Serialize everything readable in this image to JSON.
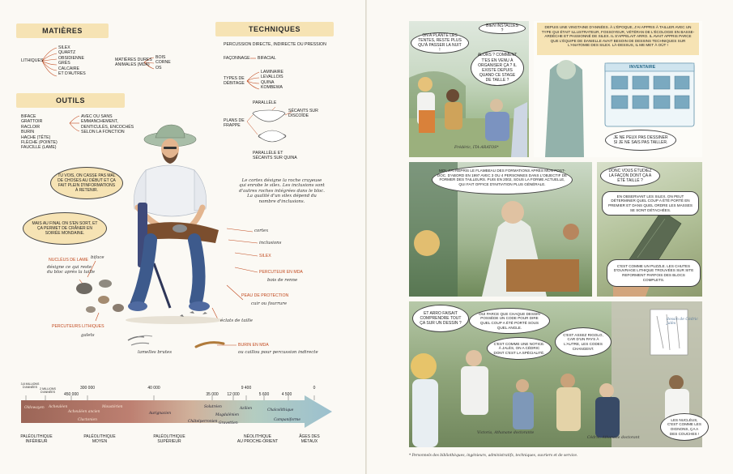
{
  "left": {
    "headers": {
      "matieres": "MATIÈRES",
      "techniques": "TECHNIQUES",
      "outils": "OUTILS"
    },
    "matieres": {
      "lithiques": "LITHIQUES",
      "lithiques_items": "SILEX\nQUARTZ\nOBSIDIENNE\nGRÈS\nCALCAIRE\nET D'AUTRES",
      "animales": "MATIÈRES DURES\nANIMALES (MDA)",
      "animales_items": "BOIS\nCORNE\nOS"
    },
    "techniques": {
      "percussion": "PERCUSSION DIRECTE, INDIRECTE OU PRESSION",
      "faconnage": "FAÇONNAGE",
      "biface": "BIFACIAL",
      "debitage": "TYPES DE\nDÉBITAGE",
      "debitage_items": "LAMINAIRE\nLEVALLOIS\nQUINA\nKOMBEWA",
      "parallele": "PARALLÈLE",
      "plans": "PLANS DE\nFRAPPE",
      "secants_discoide": "SÉCANTS SUR\nDISCOÏDE",
      "parallele_secants": "PARALLÈLE ET\nSÉCANTS SUR QUINA"
    },
    "outils": {
      "list": "BIFACE\nGRATTOIR\nRACLOIR\nBURIN\nHACHE (TÊTE)\nFLÈCHE (POINTE)\nFAUCILLE (LAME)",
      "desc": "AVEC OU SANS\nEMMANCHEMENT,\nDENTICULÉS, ENCOCHÉS\nSELON LA FONCTION"
    },
    "bubbles": {
      "tu_vois": "TU VOIS, ON CASSE PAS MAL DE CHOSES AU DÉBUT ET ÇA FAIT PLEIN D'INFORMATIONS À RETENIR.",
      "mais_au_final": "MAIS AU FINAL ON S'EN SORT, ET ÇA PERMET DE CRÂNER EN SOIRÉE MONDAINE."
    },
    "annotations": {
      "cortex_text": "Le cortex désigne la roche crayeuse qui enrobe le silex. Les inclusions sont d'autres roches intégrées dans le bloc. La qualité d'un silex dépend du nombre d'inclusions.",
      "cortex": "cortex",
      "inclusions": "inclusions",
      "silex": "SILEX",
      "percuteur_mda": "PERCUTEUR EN MDA",
      "percuteur_mda_sub": "bois de renne",
      "peau": "PEAU DE PROTECTION",
      "peau_sub": "cuir ou fourrure",
      "eclats": "éclats de taille",
      "nucleus": "NUCLÉUS DE LAME",
      "nucleus_sub": "désigne ce qui reste du bloc après la taille",
      "biface_label": "biface",
      "percuteurs_lithiques": "PERCUTEURS LITHIQUES",
      "galets": "galets",
      "lamelles": "lamelles brutes",
      "burin": "BURIN EN MDA",
      "burin_sub": "ou caillou pour percussion indirecte"
    },
    "timeline": {
      "ticks": [
        "3,8 MILLIONS D'ANNÉES",
        "2 MILLIONS D'ANNÉES",
        "450 000",
        "300 000",
        "40 000",
        "35 000",
        "12 000",
        "9 400",
        "5 600",
        "4 500",
        "0"
      ],
      "cultures": [
        "Oldowayen",
        "Acheuléen",
        "Acheuléen ancien",
        "Moustérien",
        "Clactonien",
        "Aurignacien",
        "Solutréen",
        "Magdalénien",
        "Châtelperronien",
        "Gravettien",
        "Azilien",
        "Chalcolithique",
        "Campaniforme"
      ],
      "periods": [
        "PALÉOLITHIQUE\nINFÉRIEUR",
        "PALÉOLITHIQUE\nMOYEN",
        "PALÉOLITHIQUE\nSUPÉRIEUR",
        "NÉOLITHIQUE\nAU PROCHE-ORIENT",
        "ÂGES DES\nMÉTAUX"
      ]
    }
  },
  "right": {
    "panel1": {
      "b1": "BIEN INSTALLÉS ?",
      "b2": "ON A PLANTÉ LES TENTES, RESTE PLUS QU'À PASSER LA NUIT !",
      "b3": "ALORS ? COMMENT T'ES EN VENU À ORGANISER ÇA ? IL EXISTE DEPUIS QUAND CE STAGE DE TAILLE ?",
      "sign": "Frédéric, ITA-ARATOS*"
    },
    "panel2": {
      "caption": "DEPUIS UNE VINGTAINE D'ANNÉES. À L'ÉPOQUE, J'AI APPRIS À TAILLER AVEC UN TYPE QUI ÉTAIT ILLUSTRATEUR, FOSSOYEUR, VÉTÉRAN DE L'ÉCOLOGIE EN BASSE-ARDÈCHE ET PASSIONNÉ DE SILEX. IL S'APPELAIT ARRO. IL AVAIT APPRIS PARCE QUE L'ÉQUIPE DE DANIELLE AVAIT BESOIN DE DESSINS TECHNIQUES SUR L'ANATOMIE DES SILEX. LÀ-DESSUS, IL ME MET À OÙT !",
      "screen_title": "INVENTAIRE",
      "b1": "JE NE PEUX PAS DESSINER SI JE NE SAIS PAS TAILLER."
    },
    "panel3": {
      "caption": "MOI, J'AI REPRIS LE FLAMBEAU DES FORMATIONS APRÈS MON POST-DOC. D'ABORD EN 1997 AVEC 3 OU 4 PERSONNES DANS L'OBJECTIF DE FORMER DES TAILLEURS. PUIS EN 2002, SOUS LA FORME ACTUELLE, QUI FAIT OFFICE D'INITIATION PLUS GÉNÉRALE."
    },
    "panel4": {
      "b1": "DONC VOUS ÉTUDIEZ LA FAÇON DONT ÇA A ÉTÉ TAILLÉ ?",
      "b2": "EN OBSERVANT LES SILEX, ON PEUT DÉTERMINER QUEL COUP A ÉTÉ PORTÉ EN PREMIER ET DANS QUEL ORDRE LES MASSES SE SONT DÉTACHÉES.",
      "b3": "C'EST COMME UN PUZZLE. LES CHUTES D'OUVRAGE LITHIQUE TROUVÉES SUR SITE REFORMENT PARFOIS DES BLOCS COMPLETS."
    },
    "panel5": {
      "b1": "ET ARRO FAISAIT COMPRENDRE TOUT ÇA SUR UN DESSIN ?",
      "b2": "OUI PARCE QUE CHAQUE DESSIN POSSÈDE UN CODE POUR DIRE QUEL COUP A ÉTÉ PORTÉ SOUS QUEL ANGLE.",
      "b3": "C'EST COMME UNE NOTICE. À JALÈS, ON A CÉDRIC DONT C'EST LA SPÉCIALITÉ.",
      "b4": "C'EST ASSEZ RIGOLO, CAR D'UN PAYS À L'AUTRE, LES CODES CHANGENT.",
      "b5": "LES NUCLÉUS, C'EST COMME LES OIGNONS, ÇA A DES COUCHES !",
      "sign1": "Victoria, Athanane doctorante",
      "sign2": "Cédric, Athanane doctorant",
      "note": "dessin de Cédric Jalès"
    },
    "footnote": "* Personnels des bibliothèques, ingénieurs, administratifs, techniques, ouvriers et de service."
  }
}
